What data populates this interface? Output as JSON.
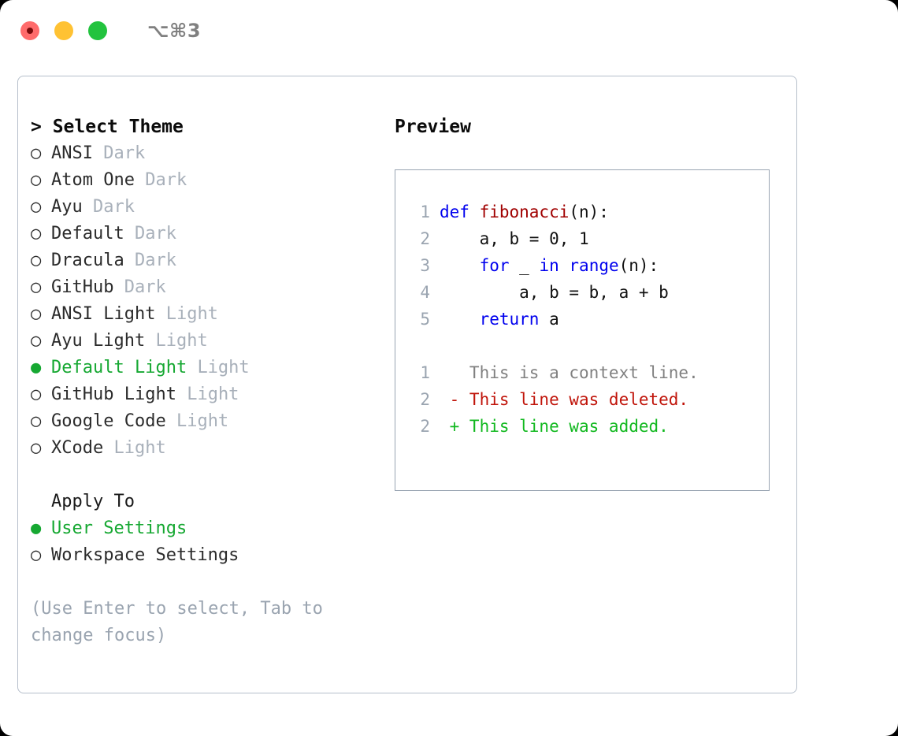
{
  "titlebar": {
    "shortcut": "⌥⌘3",
    "lights": [
      {
        "name": "close",
        "color": "#ff6b6b"
      },
      {
        "name": "minimize",
        "color": "#ffc233"
      },
      {
        "name": "maximize",
        "color": "#22c33e"
      }
    ]
  },
  "left": {
    "header": "> Select Theme",
    "themes": [
      {
        "marker": "○",
        "label": "ANSI",
        "tag": "Dark",
        "selected": false
      },
      {
        "marker": "○",
        "label": "Atom One",
        "tag": "Dark",
        "selected": false
      },
      {
        "marker": "○",
        "label": "Ayu",
        "tag": "Dark",
        "selected": false
      },
      {
        "marker": "○",
        "label": "Default",
        "tag": "Dark",
        "selected": false
      },
      {
        "marker": "○",
        "label": "Dracula",
        "tag": "Dark",
        "selected": false
      },
      {
        "marker": "○",
        "label": "GitHub",
        "tag": "Dark",
        "selected": false
      },
      {
        "marker": "○",
        "label": "ANSI Light",
        "tag": "Light",
        "selected": false
      },
      {
        "marker": "○",
        "label": "Ayu Light",
        "tag": "Light",
        "selected": false
      },
      {
        "marker": "●",
        "label": "Default Light",
        "tag": "Light",
        "selected": true
      },
      {
        "marker": "○",
        "label": "GitHub Light",
        "tag": "Light",
        "selected": false
      },
      {
        "marker": "○",
        "label": "Google Code",
        "tag": "Light",
        "selected": false
      },
      {
        "marker": "○",
        "label": "XCode",
        "tag": "Light",
        "selected": false
      }
    ],
    "apply_to_title": "Apply To",
    "apply_to_options": [
      {
        "marker": "●",
        "label": "User Settings",
        "selected": true
      },
      {
        "marker": "○",
        "label": "Workspace Settings",
        "selected": false
      }
    ],
    "hint": "(Use Enter to select, Tab to change focus)"
  },
  "right": {
    "title": "Preview",
    "code_lines": [
      {
        "no": "1",
        "tokens": [
          {
            "t": "def ",
            "c": "kw"
          },
          {
            "t": "fibonacci",
            "c": "fn"
          },
          {
            "t": "(n):",
            "c": "plain"
          }
        ]
      },
      {
        "no": "2",
        "tokens": [
          {
            "t": "    a, b = 0, 1",
            "c": "plain"
          }
        ]
      },
      {
        "no": "3",
        "tokens": [
          {
            "t": "    ",
            "c": "plain"
          },
          {
            "t": "for",
            "c": "kw"
          },
          {
            "t": " _ ",
            "c": "plain"
          },
          {
            "t": "in",
            "c": "kw"
          },
          {
            "t": " ",
            "c": "plain"
          },
          {
            "t": "range",
            "c": "kw"
          },
          {
            "t": "(n):",
            "c": "plain"
          }
        ]
      },
      {
        "no": "4",
        "tokens": [
          {
            "t": "        a, b = b, a + b",
            "c": "plain"
          }
        ]
      },
      {
        "no": "5",
        "tokens": [
          {
            "t": "    ",
            "c": "plain"
          },
          {
            "t": "return",
            "c": "kw"
          },
          {
            "t": " a",
            "c": "plain"
          }
        ]
      }
    ],
    "diff_lines": [
      {
        "no": "1",
        "tokens": [
          {
            "t": "   This is a context line.",
            "c": "ctx"
          }
        ]
      },
      {
        "no": "2",
        "tokens": [
          {
            "t": " - This line was deleted.",
            "c": "del"
          }
        ]
      },
      {
        "no": "2",
        "tokens": [
          {
            "t": " + This line was added.",
            "c": "add"
          }
        ]
      }
    ]
  },
  "colors": {
    "accent_green": "#16a832",
    "muted": "#a8b0ba",
    "hint": "#9aa4b0",
    "keyword_blue": "#0000ee",
    "function_red": "#a00000",
    "diff_add": "#10b81e",
    "diff_del": "#c0140a",
    "border": "#99a5b3"
  }
}
